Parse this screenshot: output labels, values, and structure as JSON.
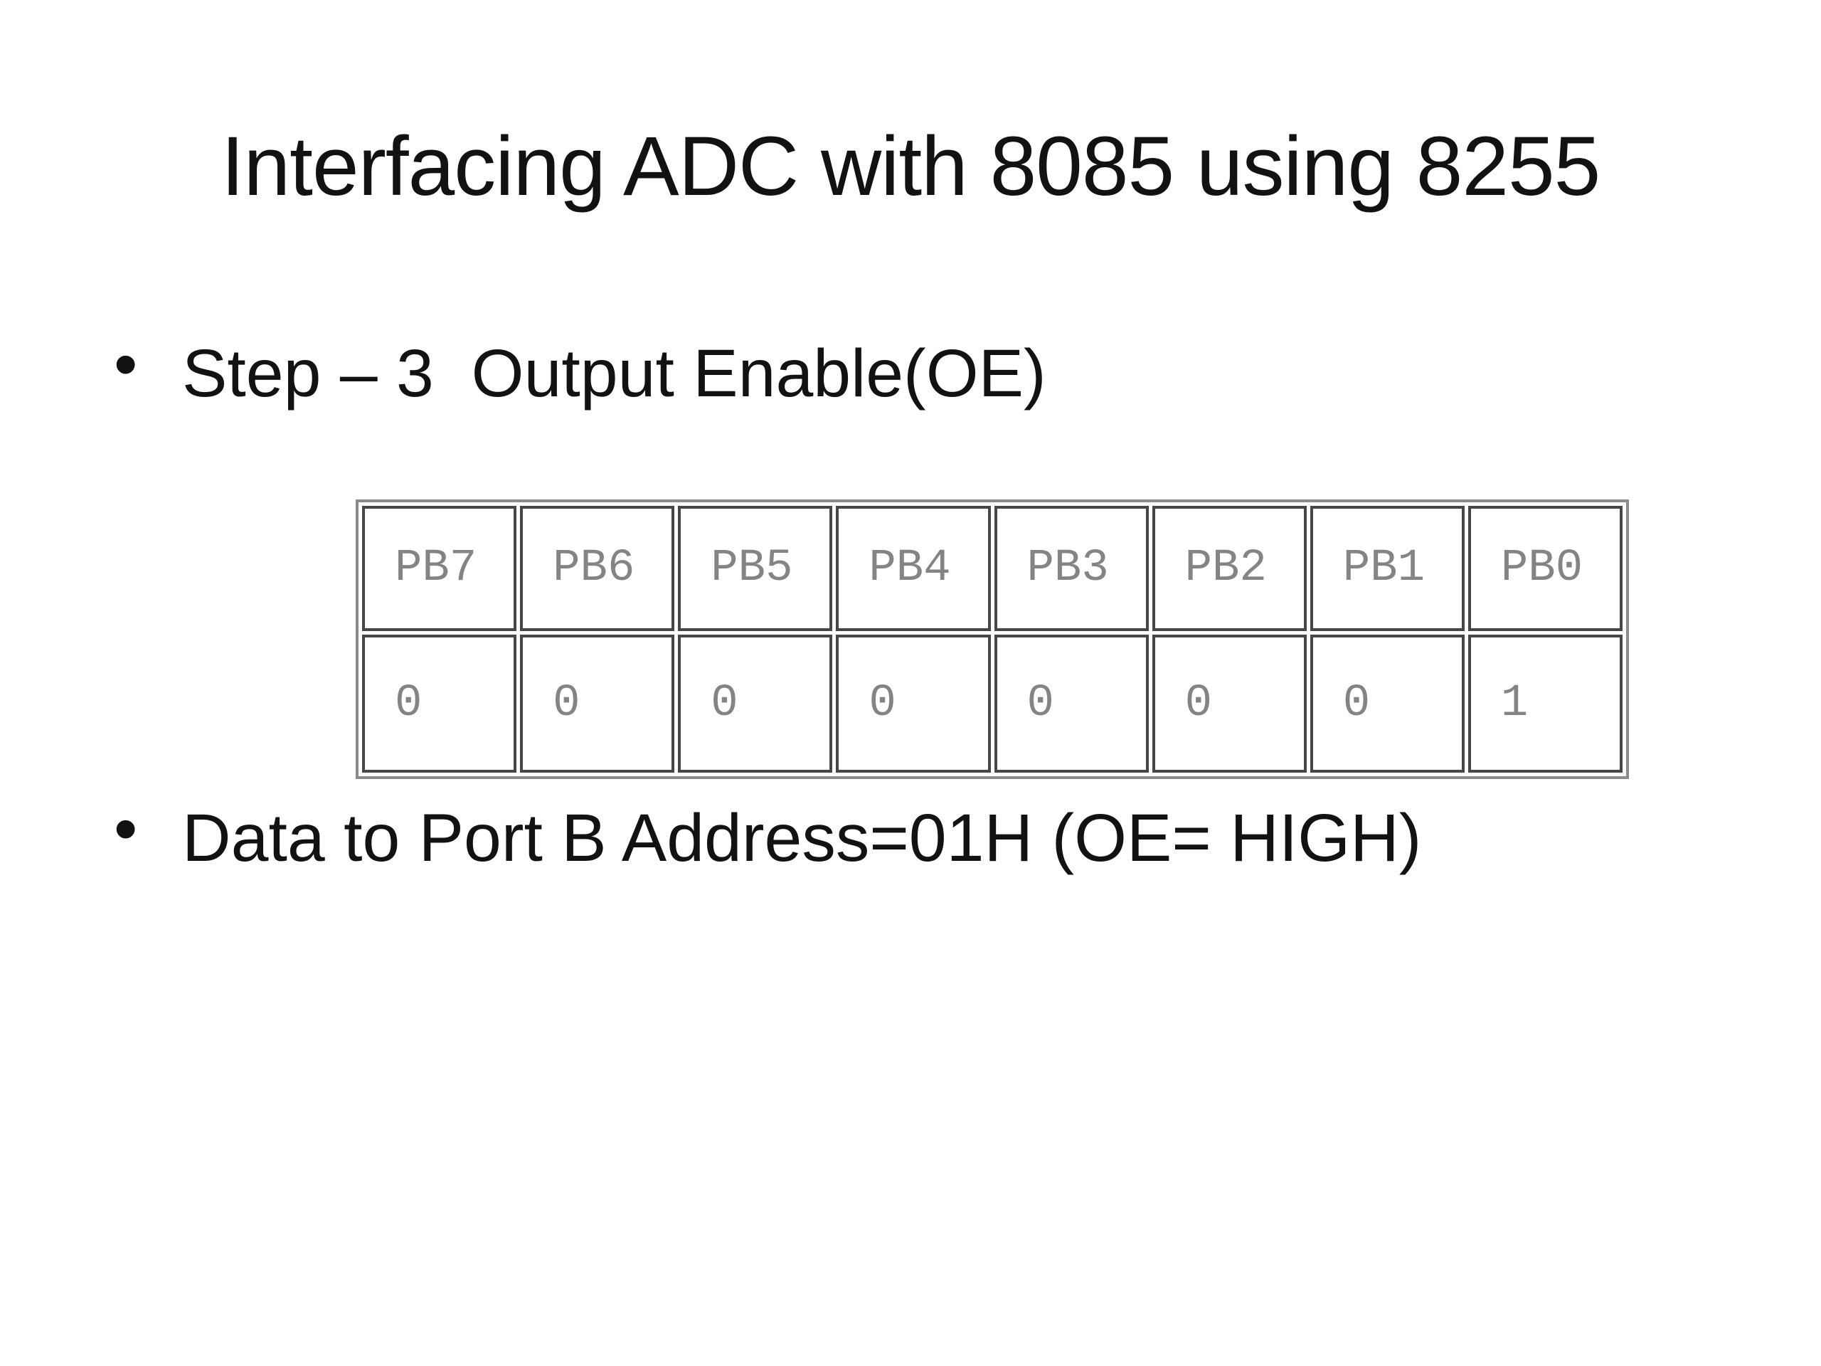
{
  "title": "Interfacing ADC with 8085 using 8255",
  "bullet_glyph": "•",
  "bullets": {
    "step": "Step – 3  Output Enable(OE)",
    "data": "Data to Port B Address=01H (OE= HIGH)"
  },
  "table": {
    "headers": [
      "PB7",
      "PB6",
      "PB5",
      "PB4",
      "PB3",
      "PB2",
      "PB1",
      "PB0"
    ],
    "values": [
      "0",
      "0",
      "0",
      "0",
      "0",
      "0",
      "0",
      "1"
    ]
  },
  "colors": {
    "slide_text": "#121212",
    "table_text": "#848484",
    "table_border_outer": "#8c8c8c",
    "table_border_inner": "#464646",
    "background": "#ffffff"
  }
}
